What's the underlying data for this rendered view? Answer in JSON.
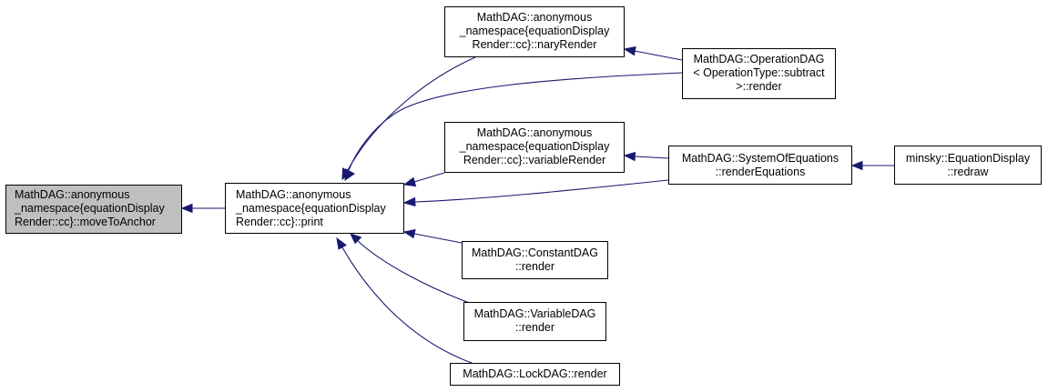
{
  "diagram": {
    "colors": {
      "edge": "#191970",
      "node_border": "#000000",
      "highlight_fill": "#bfbfbf"
    },
    "nodes": {
      "move_to_anchor": {
        "lines": [
          "MathDAG::anonymous",
          "_namespace{equationDisplay",
          "Render::cc}::moveToAnchor"
        ]
      },
      "print": {
        "lines": [
          "MathDAG::anonymous",
          "_namespace{equationDisplay",
          "Render::cc}::print"
        ]
      },
      "nary_render": {
        "lines": [
          "MathDAG::anonymous",
          "_namespace{equationDisplay",
          "Render::cc}::naryRender"
        ]
      },
      "operation_dag_render": {
        "lines": [
          "MathDAG::OperationDAG",
          "< OperationType::subtract",
          ">::render"
        ]
      },
      "variable_render": {
        "lines": [
          "MathDAG::anonymous",
          "_namespace{equationDisplay",
          "Render::cc}::variableRender"
        ]
      },
      "render_equations": {
        "lines": [
          "MathDAG::SystemOfEquations",
          "::renderEquations"
        ]
      },
      "equation_display_redraw": {
        "lines": [
          "minsky::EquationDisplay",
          "::redraw"
        ]
      },
      "constant_dag_render": {
        "lines": [
          "MathDAG::ConstantDAG",
          "::render"
        ]
      },
      "variable_dag_render": {
        "lines": [
          "MathDAG::VariableDAG",
          "::render"
        ]
      },
      "lock_dag_render": {
        "lines": [
          "MathDAG::LockDAG::render"
        ]
      }
    },
    "edges": [
      {
        "from": "print",
        "to": "move_to_anchor"
      },
      {
        "from": "nary_render",
        "to": "print"
      },
      {
        "from": "operation_dag_render",
        "to": "print"
      },
      {
        "from": "variable_render",
        "to": "print"
      },
      {
        "from": "render_equations",
        "to": "print"
      },
      {
        "from": "constant_dag_render",
        "to": "print"
      },
      {
        "from": "variable_dag_render",
        "to": "print"
      },
      {
        "from": "lock_dag_render",
        "to": "print"
      },
      {
        "from": "operation_dag_render",
        "to": "nary_render"
      },
      {
        "from": "render_equations",
        "to": "variable_render"
      },
      {
        "from": "equation_display_redraw",
        "to": "render_equations"
      }
    ]
  }
}
